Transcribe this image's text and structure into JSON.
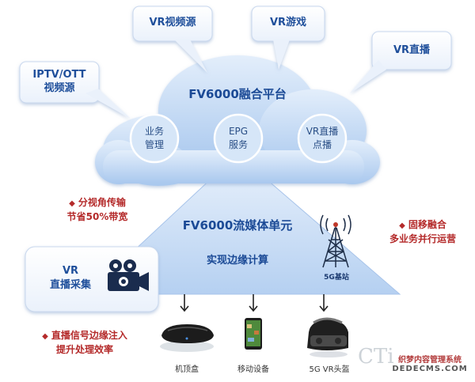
{
  "callouts": {
    "vr_video_source": "VR视频源",
    "vr_game": "VR游戏",
    "vr_live": "VR直播",
    "iptv_ott_line1": "IPTV/OTT",
    "iptv_ott_line2": "视频源"
  },
  "platform": {
    "title": "FV6000融合平台",
    "circles": [
      {
        "line1": "业务",
        "line2": "管理"
      },
      {
        "line1": "EPG",
        "line2": "服务"
      },
      {
        "line1": "VR直播",
        "line2": "点播"
      }
    ]
  },
  "streaming_unit": {
    "title": "FV6000流媒体单元",
    "subtitle": "实现边缘计算",
    "tower_label": "5G基站"
  },
  "benefits": {
    "left_top_line1": "分视角传输",
    "left_top_line2": "节省50%带宽",
    "right_line1": "固移融合",
    "right_line2": "多业务并行运营",
    "bottom_left_line1": "直播信号边缘注入",
    "bottom_left_line2": "提升处理效率"
  },
  "vr_capture": {
    "line1": "VR",
    "line2": "直播采集"
  },
  "devices": {
    "set_top_box": "机顶盒",
    "mobile": "移动设备",
    "vr_headset": "5G VR头盔"
  },
  "watermark": {
    "brand": "CTi",
    "site_name": "织梦内容管理系统",
    "site_url": "DEDECMS.COM"
  },
  "colors": {
    "primary_blue": "#1b4a96",
    "cloud_blue": "#b9d3f0",
    "accent_red": "#b42a2a"
  }
}
